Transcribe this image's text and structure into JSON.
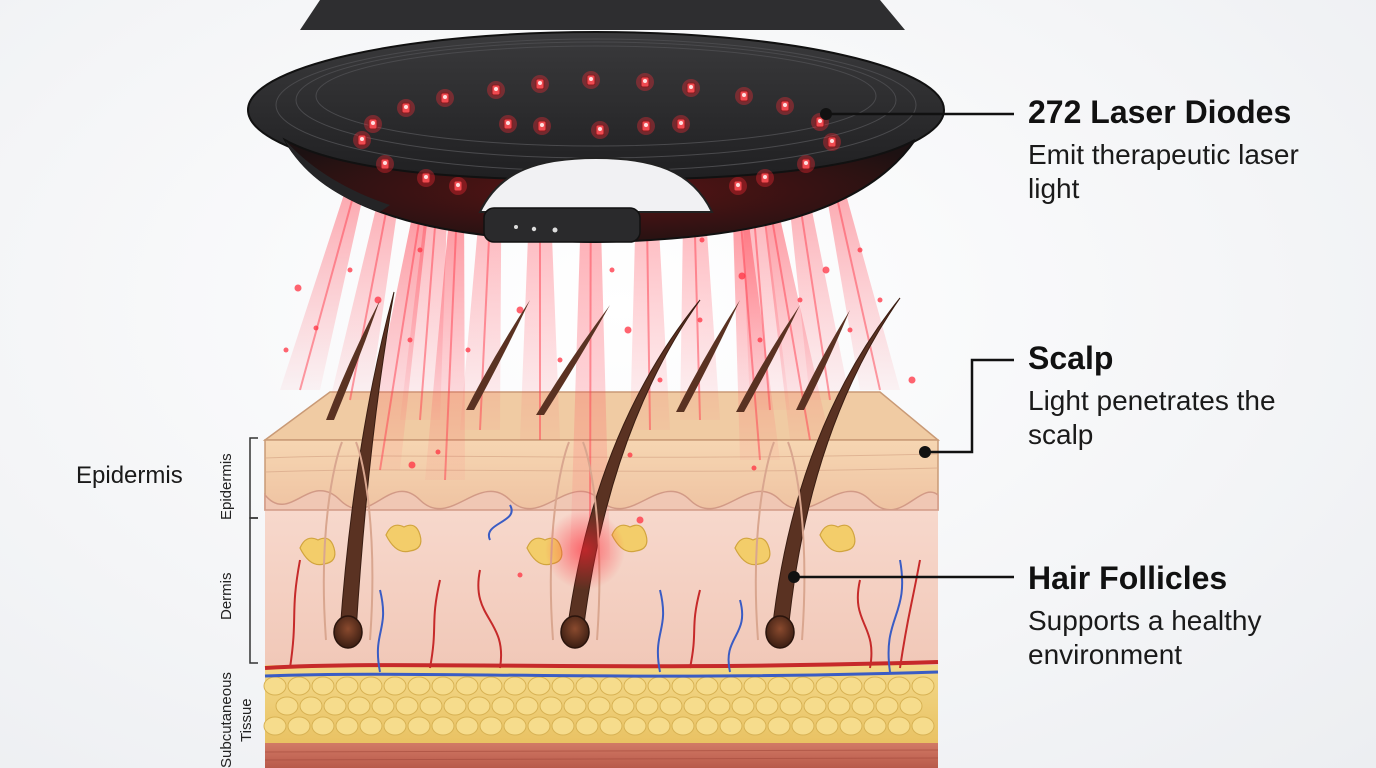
{
  "callouts": {
    "laser": {
      "title": "272 Laser Diodes",
      "desc": "Emit therapeutic laser light"
    },
    "scalp": {
      "title": "Scalp",
      "desc": "Light penetrates the scalp"
    },
    "follicles": {
      "title": "Hair Follicles",
      "desc": "Supports a healthy environment"
    }
  },
  "layers": {
    "epidermis_side": "Epidermis",
    "epidermis_vertical": "Epidermis",
    "dermis_vertical": "Dermis",
    "subcutaneous_line1": "Subcutaneous",
    "subcutaneous_line2": "Tissue"
  },
  "colors": {
    "laser_red": "#e8202a",
    "helmet": "#2b2b2d",
    "skin_top": "#f3cfa8",
    "dermis": "#f6d2c4",
    "fat": "#f2cf6e",
    "muscle": "#c86a5a",
    "hair": "#5a3222",
    "artery": "#c62a2a",
    "vein": "#3a5cc4"
  }
}
